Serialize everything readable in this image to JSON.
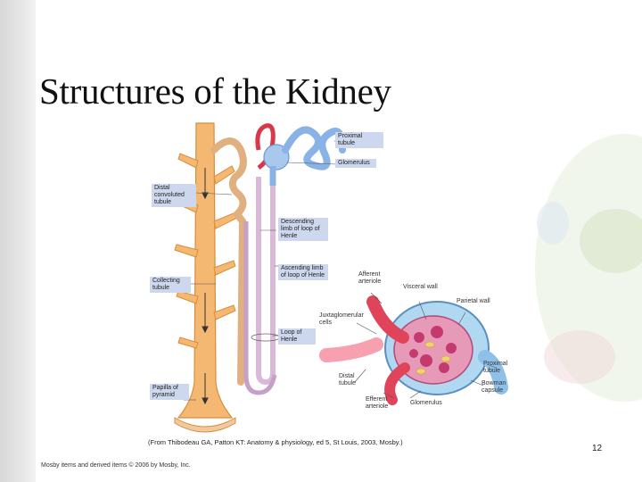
{
  "slide": {
    "title": "Structures of the Kidney",
    "page_number": "12",
    "footer": "Mosby items and derived items © 2006 by Mosby, Inc."
  },
  "figure": {
    "credit": "(From Thibodeau GA, Patton KT: Anatomy & physiology, ed 5, St Louis, 2003, Mosby.)",
    "labels": {
      "proximal_tubule_top": "Proximal tubule",
      "glomerulus_top": "Glomerulus",
      "distal_convoluted_tubule": "Distal convoluted tubule",
      "descending_limb": "Descending limb of loop of Henle",
      "ascending_limb": "Ascending limb of loop of Henle",
      "collecting_tubule": "Collecting tubule",
      "loop_of_henle": "Loop of Henle",
      "papilla_of_pyramid": "Papilla of pyramid",
      "afferent_arteriole": "Afferent arteriole",
      "visceral_wall": "Visceral wall",
      "parietal_wall": "Parietal wall",
      "juxtaglomerular_cells": "Juxtaglomerular cells",
      "proximal_tubule_right": "Proximal tubule",
      "distal_tubule": "Distal tubule",
      "bowman_capsule": "Bowman capsule",
      "efferent_arteriole": "Efferent arteriole",
      "glomerulus_bottom": "Glomerulus"
    }
  }
}
